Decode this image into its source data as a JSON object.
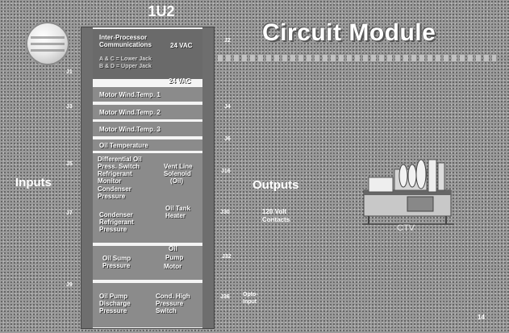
{
  "board": {
    "title": "1U2"
  },
  "slide": {
    "title": "Circuit Module",
    "page_number": "14"
  },
  "sections": {
    "inputs": "Inputs",
    "outputs": "Outputs"
  },
  "board_rows": {
    "ipc_line1": "Inter-Processor",
    "ipc_line2": "Communications",
    "vac_top": "24 VAC",
    "jack_a": "A & C = Lower Jack",
    "jack_b": "B & D = Upper Jack",
    "vac_mid": "24 VAC",
    "motor1": "Motor Wind.Temp. 1",
    "motor2": "Motor Wind.Temp. 2",
    "motor3": "Motor Wind.Temp. 3",
    "oil_temp": "Oil Temperature",
    "diff_oil": [
      "Differential Oil",
      "Press. Switch",
      "Refrigerant",
      "Monitor"
    ],
    "vent_line": [
      "Vent Line",
      "Solenoid",
      "(Oil)"
    ],
    "condenser_pressure": [
      "Condenser",
      "Pressure"
    ],
    "oil_tank": [
      "Oil Tank",
      "Heater"
    ],
    "condenser_refrigerant": [
      "Condenser",
      "Refrigerant",
      "Pressure"
    ],
    "oil_sump": [
      "Oil Sump",
      "Pressure"
    ],
    "oil_pump_motor": [
      "Oil",
      "Pump",
      "Motor"
    ],
    "oil_pump_discharge": [
      "Oil Pump",
      "Discharge",
      "Pressure"
    ],
    "cond_high": [
      "Cond. High",
      "Pressure",
      "Switch"
    ]
  },
  "jacks": {
    "left": [
      "J1",
      "J3",
      "J5",
      "J7",
      "J9"
    ],
    "right": [
      "J2",
      "J4",
      "J6",
      "J16",
      "J30",
      "J32",
      "J36"
    ]
  },
  "outputs": {
    "contacts": [
      "120 Volt",
      "Contacts"
    ],
    "opto": [
      "Opto-",
      "Input"
    ]
  },
  "machine": {
    "label": "CTV"
  },
  "colors": {
    "background": "#9a9a9a",
    "board": "#f4f4f4",
    "plate": "#8b8b8b",
    "text": "#ffffff"
  }
}
